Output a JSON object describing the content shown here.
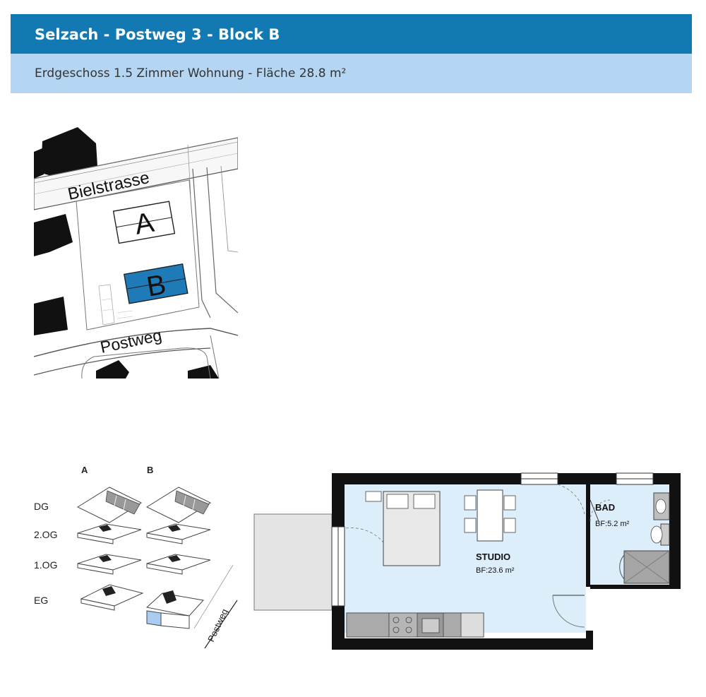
{
  "header": {
    "title": "Selzach - Postweg 3 - Block B",
    "subtitle": "Erdgeschoss 1.5 Zimmer Wohnung - Fläche 28.8 m²"
  },
  "site_plan": {
    "street_top": "Bielstrasse",
    "street_bottom": "Postweg",
    "building_a": "A",
    "building_b": "B"
  },
  "floor_legend": {
    "col_a": "A",
    "col_b": "B",
    "floors": [
      "DG",
      "2.OG",
      "1.OG",
      "EG"
    ],
    "street": "Postweg"
  },
  "floor_plan": {
    "rooms": [
      {
        "name": "STUDIO",
        "area": "BF:23.6 m²"
      },
      {
        "name": "BAD",
        "area": "BF:5.2 m²"
      }
    ]
  },
  "colors": {
    "header_blue": "#1279b3",
    "sub_blue": "#b5d6f2",
    "highlight_blue": "#1f7ab8",
    "room_fill": "#ddeefb"
  }
}
